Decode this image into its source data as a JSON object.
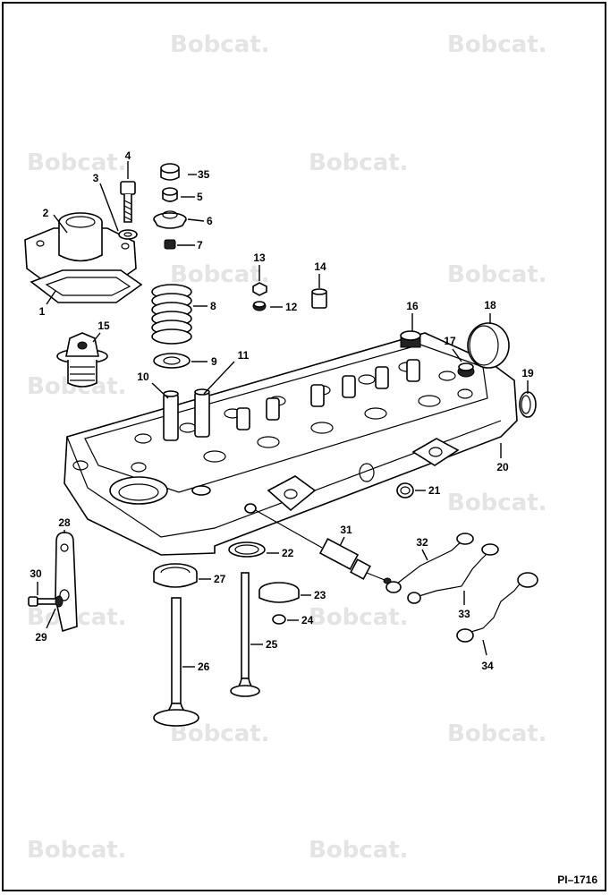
{
  "watermark": "Bobcat.",
  "reference": "PI–1716",
  "callouts": [
    {
      "n": "1"
    },
    {
      "n": "2"
    },
    {
      "n": "3"
    },
    {
      "n": "4"
    },
    {
      "n": "35"
    },
    {
      "n": "5"
    },
    {
      "n": "6"
    },
    {
      "n": "7"
    },
    {
      "n": "8"
    },
    {
      "n": "9"
    },
    {
      "n": "10"
    },
    {
      "n": "11"
    },
    {
      "n": "12"
    },
    {
      "n": "13"
    },
    {
      "n": "14"
    },
    {
      "n": "15"
    },
    {
      "n": "16"
    },
    {
      "n": "17"
    },
    {
      "n": "18"
    },
    {
      "n": "19"
    },
    {
      "n": "20"
    },
    {
      "n": "21"
    },
    {
      "n": "22"
    },
    {
      "n": "23"
    },
    {
      "n": "24"
    },
    {
      "n": "25"
    },
    {
      "n": "26"
    },
    {
      "n": "27"
    },
    {
      "n": "28"
    },
    {
      "n": "29"
    },
    {
      "n": "30"
    },
    {
      "n": "31"
    },
    {
      "n": "32"
    },
    {
      "n": "33"
    },
    {
      "n": "34"
    }
  ]
}
